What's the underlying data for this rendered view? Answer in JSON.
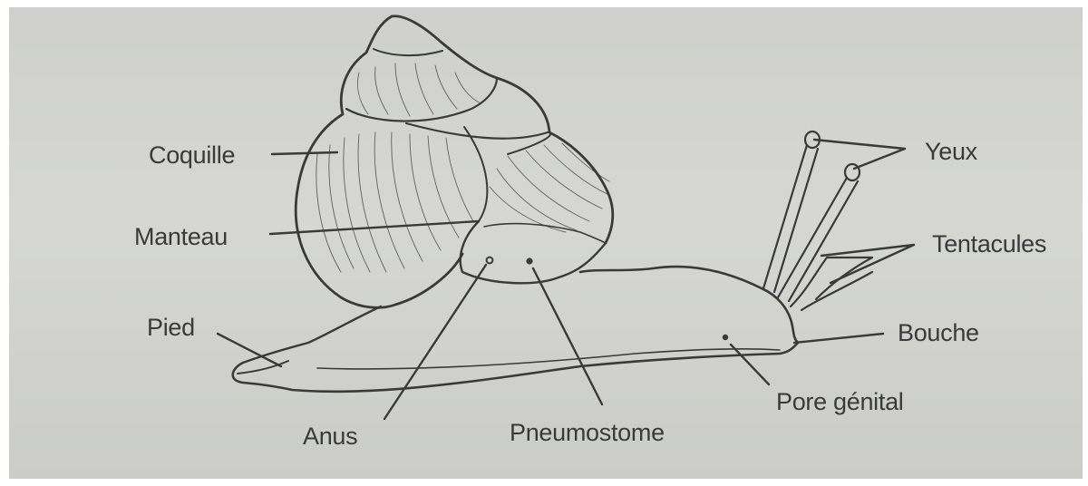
{
  "labels": {
    "coquille": "Coquille",
    "manteau": "Manteau",
    "pied": "Pied",
    "anus": "Anus",
    "pneumostome": "Pneumostome",
    "yeux": "Yeux",
    "tentacules": "Tentacules",
    "bouche": "Bouche",
    "pore_genital": "Pore génital"
  },
  "colors": {
    "paper": "#d3d4cf",
    "ink": "#3a3b39"
  }
}
